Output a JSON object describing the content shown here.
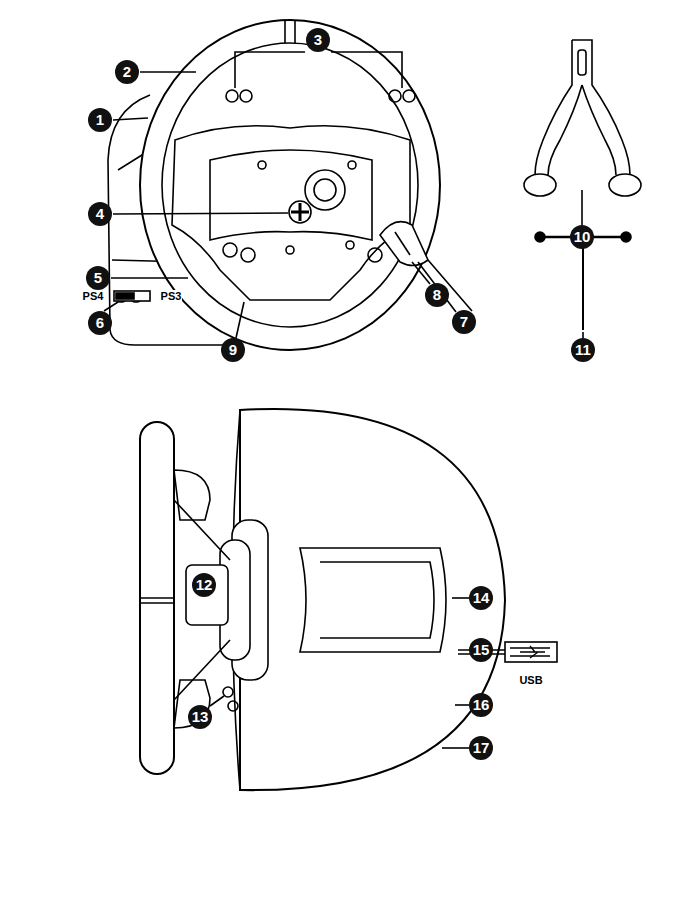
{
  "diagram": {
    "labels": [
      "3",
      "2",
      "1",
      "4",
      "10",
      "5",
      "PS4",
      "PS3",
      "8",
      "6",
      "7",
      "9",
      "11",
      "12",
      "14",
      "15",
      "USB",
      "16",
      "13",
      "17"
    ]
  }
}
